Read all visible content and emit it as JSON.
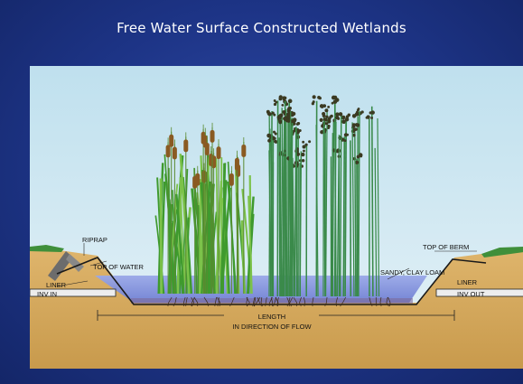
{
  "title": "Free Water Surface Constructed Wetlands",
  "diagram": {
    "labels": {
      "riprap": "RIPRAP",
      "top_of_water": "TOP OF WATER",
      "liner_left": "LINER",
      "inv_in": "INV IN",
      "top_of_berm": "TOP OF BERM",
      "sandy_clay_loam": "SANDY, CLAY LOAM",
      "liner_right": "LINER",
      "inv_out": "INV OUT",
      "length_line1": "LENGTH",
      "length_line2": "IN DIRECTION OF FLOW"
    },
    "colors": {
      "sky": "#cfe6f0",
      "soil": "#d9b26a",
      "water": "#8c9de0",
      "cattail_leaf": "#3f9a2e",
      "cattail_head": "#8a5a22",
      "bulrush_stem": "#3a8a4a",
      "bulrush_seed": "#3b3a22"
    }
  }
}
